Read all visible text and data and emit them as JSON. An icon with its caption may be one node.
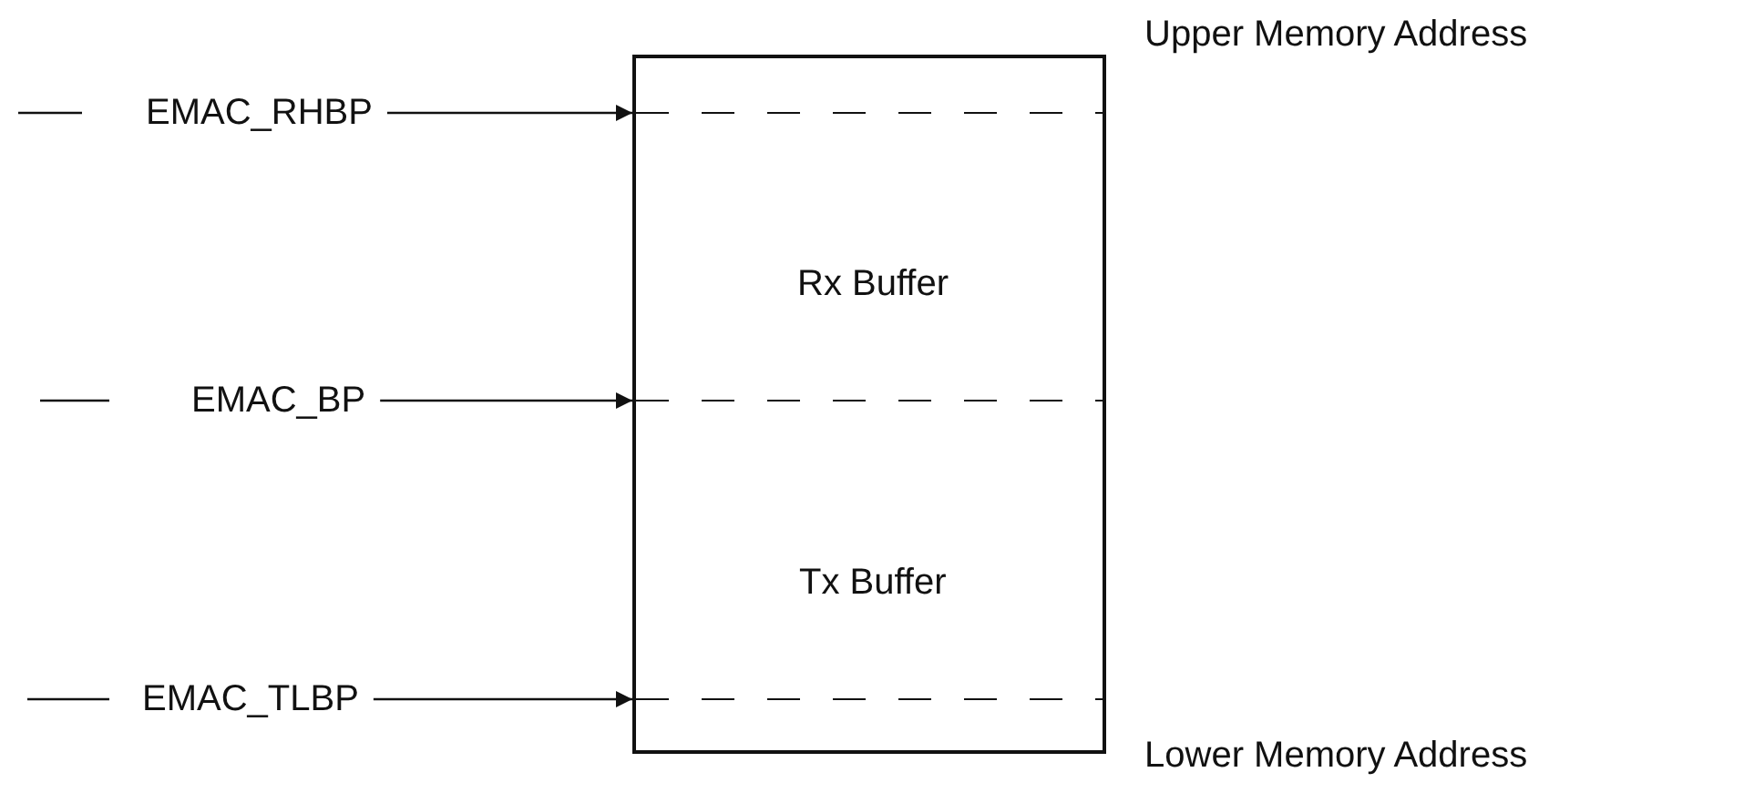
{
  "diagram": {
    "nodes": [
      {
        "text": [],
        "shape": "box"
      },
      {
        "text": [
          "Rx Buffer"
        ],
        "in": 0
      },
      {
        "text": [
          "Tx Buffer"
        ],
        "in": 0
      },
      {
        "text": [
          "EMAC_RHBP"
        ]
      },
      {
        "text": [
          "EMAC_BP"
        ]
      },
      {
        "text": [
          "EMAC_TLBP"
        ]
      }
    ],
    "edges": [
      {
        "from": 3,
        "to": 0,
        "arrow": "to"
      },
      {
        "from": 4,
        "to": 0,
        "arrow": "to"
      },
      {
        "from": 5,
        "to": 0,
        "arrow": "to"
      }
    ],
    "labels": [
      "Upper Memory Address",
      "Lower Memory Address"
    ]
  }
}
